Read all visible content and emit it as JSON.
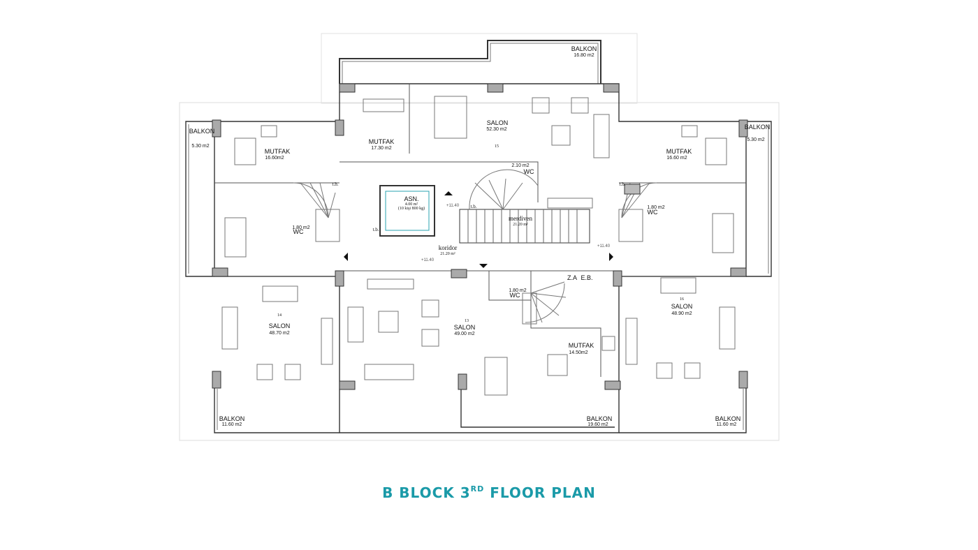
{
  "title": {
    "main": "B BLOCK 3",
    "sup": "RD",
    "rest": " FLOOR PLAN",
    "color": "#1a9aa8"
  },
  "rooms": {
    "balkon_top": {
      "name": "BALKON",
      "area": "16.80 m2"
    },
    "balkon_left_top": {
      "name": "BALKON",
      "area": "5.30 m2"
    },
    "balkon_right_top": {
      "name": "BALKON",
      "area": "5.30 m2"
    },
    "mutfak_left": {
      "name": "MUTFAK",
      "area": "16.60m2"
    },
    "mutfak_center": {
      "name": "MUTFAK",
      "area": "17.30 m2"
    },
    "salon_top": {
      "name": "SALON",
      "area": "52.30 m2",
      "num": "15"
    },
    "mutfak_right": {
      "name": "MUTFAK",
      "area": "16.60 m2"
    },
    "wc_center": {
      "name": "WC",
      "area": "2.10 m2"
    },
    "asn": {
      "name": "ASN.",
      "area": "4.00 m²",
      "note": "(10 kişi 800 kg)"
    },
    "merdiven": {
      "name": "merdiven",
      "area": "21.20 m²"
    },
    "wc_left": {
      "name": "WC",
      "area": "1.80 m2"
    },
    "wc_right": {
      "name": "WC",
      "area": "1.80 m2"
    },
    "koridor": {
      "name": "koridor",
      "area": "21.20 m²"
    },
    "wc_lower": {
      "name": "WC",
      "area": "1.80 m2"
    },
    "salon_left": {
      "name": "SALON",
      "area": "48.70 m2",
      "num": "14"
    },
    "salon_center": {
      "name": "SALON",
      "area": "49.00 m2",
      "num": "13"
    },
    "salon_right": {
      "name": "SALON",
      "area": "48.90 m2",
      "num": "16"
    },
    "mutfak_lower": {
      "name": "MUTFAK",
      "area": "14.50m2"
    },
    "balkon_bl": {
      "name": "BALKON",
      "area": "11.60 m2"
    },
    "balkon_bc": {
      "name": "BALKON",
      "area": "19.60 m2"
    },
    "balkon_br": {
      "name": "BALKON",
      "area": "11.60 m2"
    }
  },
  "marks": {
    "za": "Z.A",
    "eb": "E.B.",
    "tb": "t.b.",
    "elev": "+11.40"
  }
}
